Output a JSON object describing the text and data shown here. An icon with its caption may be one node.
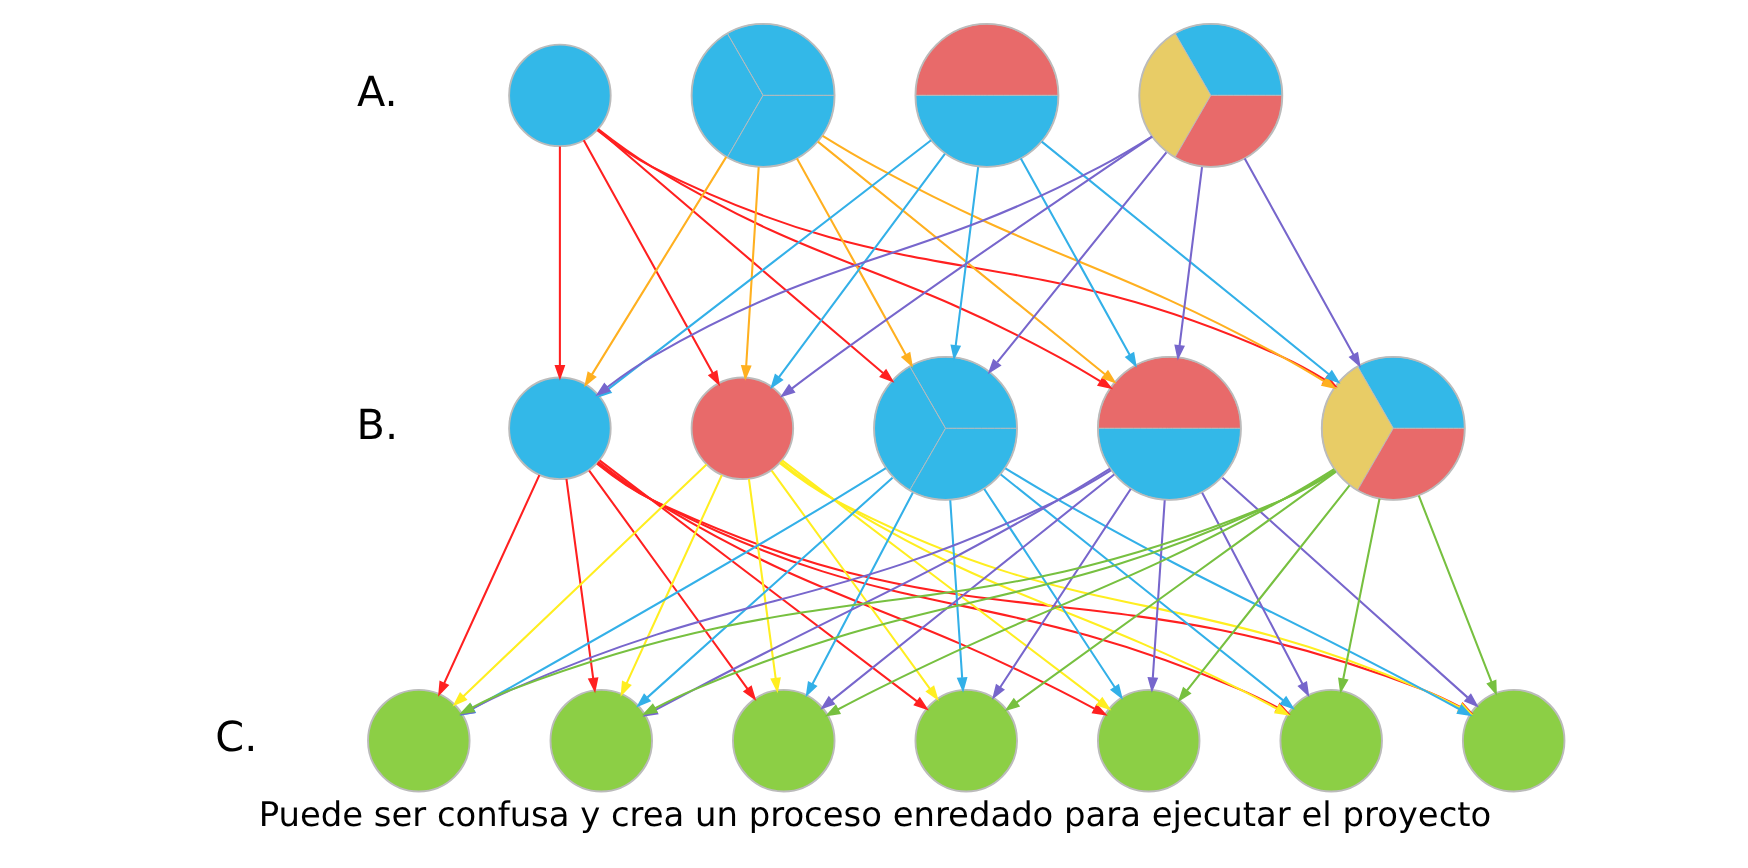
{
  "diagram": {
    "caption": "Puede ser confusa y crea un proceso enredado para ejecutar el proyecto",
    "nodes": [
      {
        "text": [],
        "shape": "circle"
      },
      {
        "text": [],
        "shape": "circle"
      },
      {
        "text": [],
        "shape": "circle"
      },
      {
        "text": [],
        "shape": "circle"
      },
      {
        "text": [],
        "shape": "circle"
      },
      {
        "text": [],
        "shape": "circle"
      },
      {
        "text": [],
        "shape": "circle"
      },
      {
        "text": [],
        "shape": "circle"
      },
      {
        "text": [],
        "shape": "circle"
      },
      {
        "text": [],
        "shape": "circle"
      },
      {
        "text": [],
        "shape": "circle"
      },
      {
        "text": [],
        "shape": "circle"
      },
      {
        "text": [],
        "shape": "circle"
      },
      {
        "text": [],
        "shape": "circle"
      },
      {
        "text": [],
        "shape": "circle"
      },
      {
        "text": [],
        "shape": "circle"
      }
    ],
    "edges": [
      {
        "from": 0,
        "to": 4,
        "arrow": "to",
        "color": "#ff2020"
      },
      {
        "from": 0,
        "to": 5,
        "arrow": "to",
        "color": "#ff2020"
      },
      {
        "from": 0,
        "to": 6,
        "arrow": "to",
        "color": "#ff2020"
      },
      {
        "from": 0,
        "to": 7,
        "arrow": "to",
        "color": "#ff2020"
      },
      {
        "from": 0,
        "to": 8,
        "arrow": "to",
        "color": "#ff2020"
      },
      {
        "from": 1,
        "to": 4,
        "arrow": "to",
        "color": "#ffb020"
      },
      {
        "from": 1,
        "to": 5,
        "arrow": "to",
        "color": "#ffb020"
      },
      {
        "from": 1,
        "to": 6,
        "arrow": "to",
        "color": "#ffb020"
      },
      {
        "from": 1,
        "to": 7,
        "arrow": "to",
        "color": "#ffb020"
      },
      {
        "from": 1,
        "to": 8,
        "arrow": "to",
        "color": "#ffb020"
      },
      {
        "from": 2,
        "to": 4,
        "arrow": "to",
        "color": "#33b0e8"
      },
      {
        "from": 2,
        "to": 5,
        "arrow": "to",
        "color": "#33b0e8"
      },
      {
        "from": 2,
        "to": 6,
        "arrow": "to",
        "color": "#33b0e8"
      },
      {
        "from": 2,
        "to": 7,
        "arrow": "to",
        "color": "#33b0e8"
      },
      {
        "from": 2,
        "to": 8,
        "arrow": "to",
        "color": "#33b0e8"
      },
      {
        "from": 3,
        "to": 4,
        "arrow": "to",
        "color": "#7766cc"
      },
      {
        "from": 3,
        "to": 5,
        "arrow": "to",
        "color": "#7766cc"
      },
      {
        "from": 3,
        "to": 6,
        "arrow": "to",
        "color": "#7766cc"
      },
      {
        "from": 3,
        "to": 7,
        "arrow": "to",
        "color": "#7766cc"
      },
      {
        "from": 3,
        "to": 8,
        "arrow": "to",
        "color": "#7766cc"
      },
      {
        "from": 4,
        "to": 9,
        "arrow": "to",
        "color": "#ff2020"
      },
      {
        "from": 4,
        "to": 10,
        "arrow": "to",
        "color": "#ff2020"
      },
      {
        "from": 4,
        "to": 11,
        "arrow": "to",
        "color": "#ff2020"
      },
      {
        "from": 4,
        "to": 12,
        "arrow": "to",
        "color": "#ff2020"
      },
      {
        "from": 4,
        "to": 13,
        "arrow": "to",
        "color": "#ff2020"
      },
      {
        "from": 4,
        "to": 14,
        "arrow": "to",
        "color": "#ff2020"
      },
      {
        "from": 4,
        "to": 15,
        "arrow": "to",
        "color": "#ff2020"
      },
      {
        "from": 5,
        "to": 9,
        "arrow": "to",
        "color": "#ffee20"
      },
      {
        "from": 5,
        "to": 10,
        "arrow": "to",
        "color": "#ffee20"
      },
      {
        "from": 5,
        "to": 11,
        "arrow": "to",
        "color": "#ffee20"
      },
      {
        "from": 5,
        "to": 12,
        "arrow": "to",
        "color": "#ffee20"
      },
      {
        "from": 5,
        "to": 13,
        "arrow": "to",
        "color": "#ffee20"
      },
      {
        "from": 5,
        "to": 14,
        "arrow": "to",
        "color": "#ffee20"
      },
      {
        "from": 5,
        "to": 15,
        "arrow": "to",
        "color": "#ffee20"
      },
      {
        "from": 6,
        "to": 9,
        "arrow": "to",
        "color": "#33b0e8"
      },
      {
        "from": 6,
        "to": 10,
        "arrow": "to",
        "color": "#33b0e8"
      },
      {
        "from": 6,
        "to": 11,
        "arrow": "to",
        "color": "#33b0e8"
      },
      {
        "from": 6,
        "to": 12,
        "arrow": "to",
        "color": "#33b0e8"
      },
      {
        "from": 6,
        "to": 13,
        "arrow": "to",
        "color": "#33b0e8"
      },
      {
        "from": 6,
        "to": 14,
        "arrow": "to",
        "color": "#33b0e8"
      },
      {
        "from": 6,
        "to": 15,
        "arrow": "to",
        "color": "#33b0e8"
      },
      {
        "from": 7,
        "to": 9,
        "arrow": "to",
        "color": "#7766cc"
      },
      {
        "from": 7,
        "to": 10,
        "arrow": "to",
        "color": "#7766cc"
      },
      {
        "from": 7,
        "to": 11,
        "arrow": "to",
        "color": "#7766cc"
      },
      {
        "from": 7,
        "to": 12,
        "arrow": "to",
        "color": "#7766cc"
      },
      {
        "from": 7,
        "to": 13,
        "arrow": "to",
        "color": "#7766cc"
      },
      {
        "from": 7,
        "to": 14,
        "arrow": "to",
        "color": "#7766cc"
      },
      {
        "from": 7,
        "to": 15,
        "arrow": "to",
        "color": "#7766cc"
      },
      {
        "from": 8,
        "to": 9,
        "arrow": "to",
        "color": "#77c040"
      },
      {
        "from": 8,
        "to": 10,
        "arrow": "to",
        "color": "#77c040"
      },
      {
        "from": 8,
        "to": 11,
        "arrow": "to",
        "color": "#77c040"
      },
      {
        "from": 8,
        "to": 12,
        "arrow": "to",
        "color": "#77c040"
      },
      {
        "from": 8,
        "to": 13,
        "arrow": "to",
        "color": "#77c040"
      },
      {
        "from": 8,
        "to": 14,
        "arrow": "to",
        "color": "#77c040"
      },
      {
        "from": 8,
        "to": 15,
        "arrow": "to",
        "color": "#77c040"
      }
    ],
    "labels": [
      "A.",
      "B.",
      "C."
    ]
  }
}
